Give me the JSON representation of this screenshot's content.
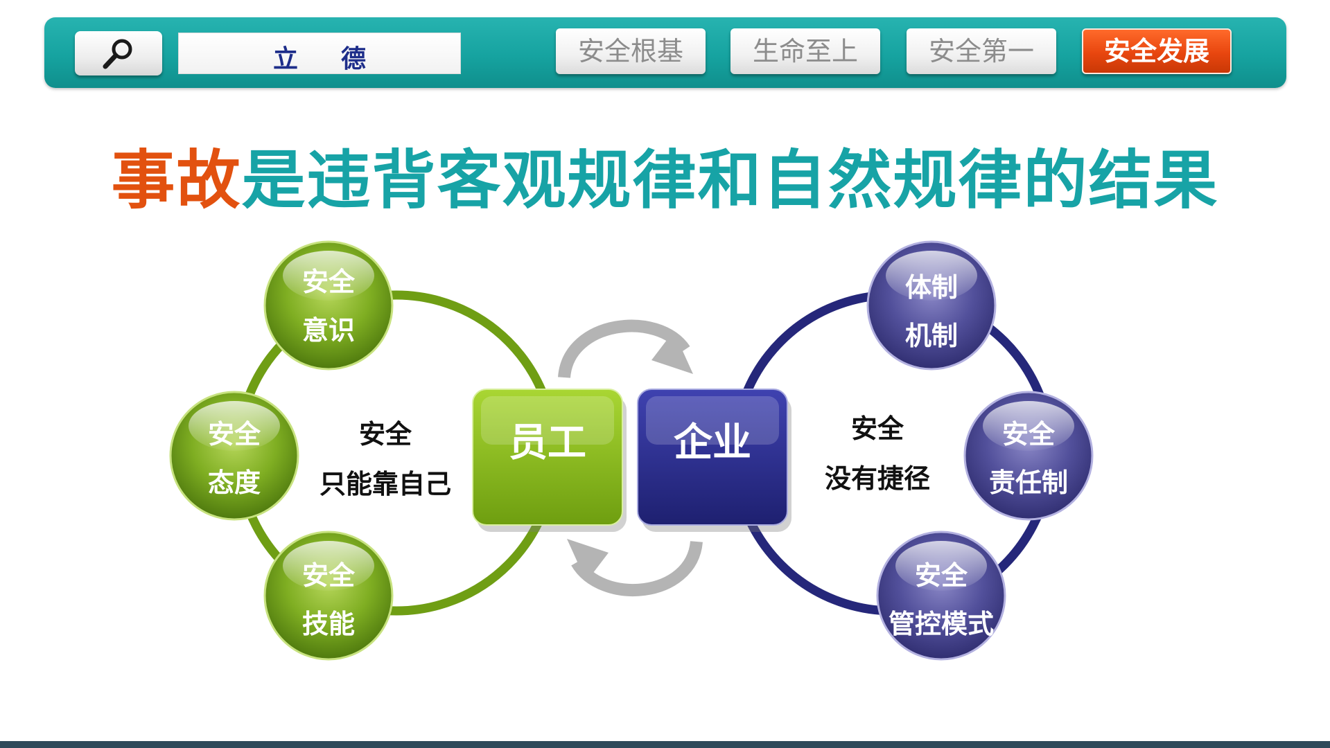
{
  "toolbar": {
    "search_value": "立德",
    "nav": [
      {
        "label": "安全根基",
        "active": false
      },
      {
        "label": "生命至上",
        "active": false
      },
      {
        "label": "安全第一",
        "active": false
      },
      {
        "label": "安全发展",
        "active": true
      }
    ]
  },
  "headline": {
    "highlight": "事故",
    "rest": "是违背客观规律和自然规律的结果"
  },
  "diagram": {
    "employee": {
      "label": "员工",
      "center_text": [
        "安全",
        "只能靠自己"
      ],
      "nodes": [
        [
          "安全",
          "意识"
        ],
        [
          "安全",
          "态度"
        ],
        [
          "安全",
          "技能"
        ]
      ]
    },
    "enterprise": {
      "label": "企业",
      "center_text": [
        "安全",
        "没有捷径"
      ],
      "nodes": [
        [
          "体制",
          "机制"
        ],
        [
          "安全",
          "责任制"
        ],
        [
          "安全",
          "管控模式"
        ]
      ]
    }
  },
  "colors": {
    "teal": "#17a3a6",
    "orange": "#e2510f",
    "green": "#8cbd1f",
    "green_dark": "#5a8a12",
    "navy": "#2a2f8a",
    "purple": "#4a4790",
    "arrow_gray": "#b4b4b4"
  }
}
